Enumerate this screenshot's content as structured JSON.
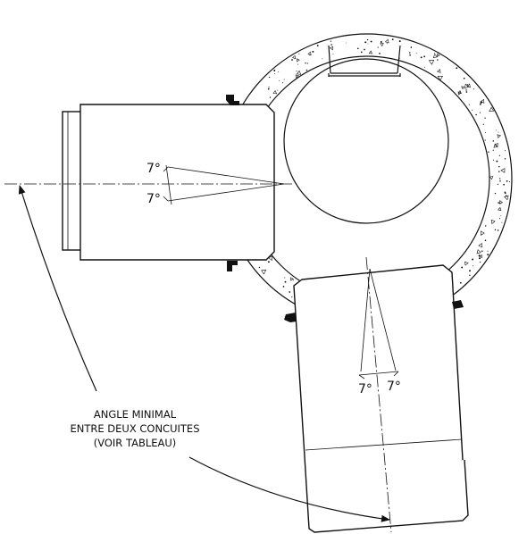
{
  "labels": {
    "angle_left_upper": "7°",
    "angle_left_lower": "7°",
    "angle_bottom_left": "7°",
    "angle_bottom_right": "7°",
    "note_line1": "ANGLE MINIMAL",
    "note_line2": "ENTRE DEUX CONCUITES",
    "note_line3": "(VOIR TABLEAU)"
  },
  "colors": {
    "ink": "#111111",
    "background": "#ffffff"
  }
}
